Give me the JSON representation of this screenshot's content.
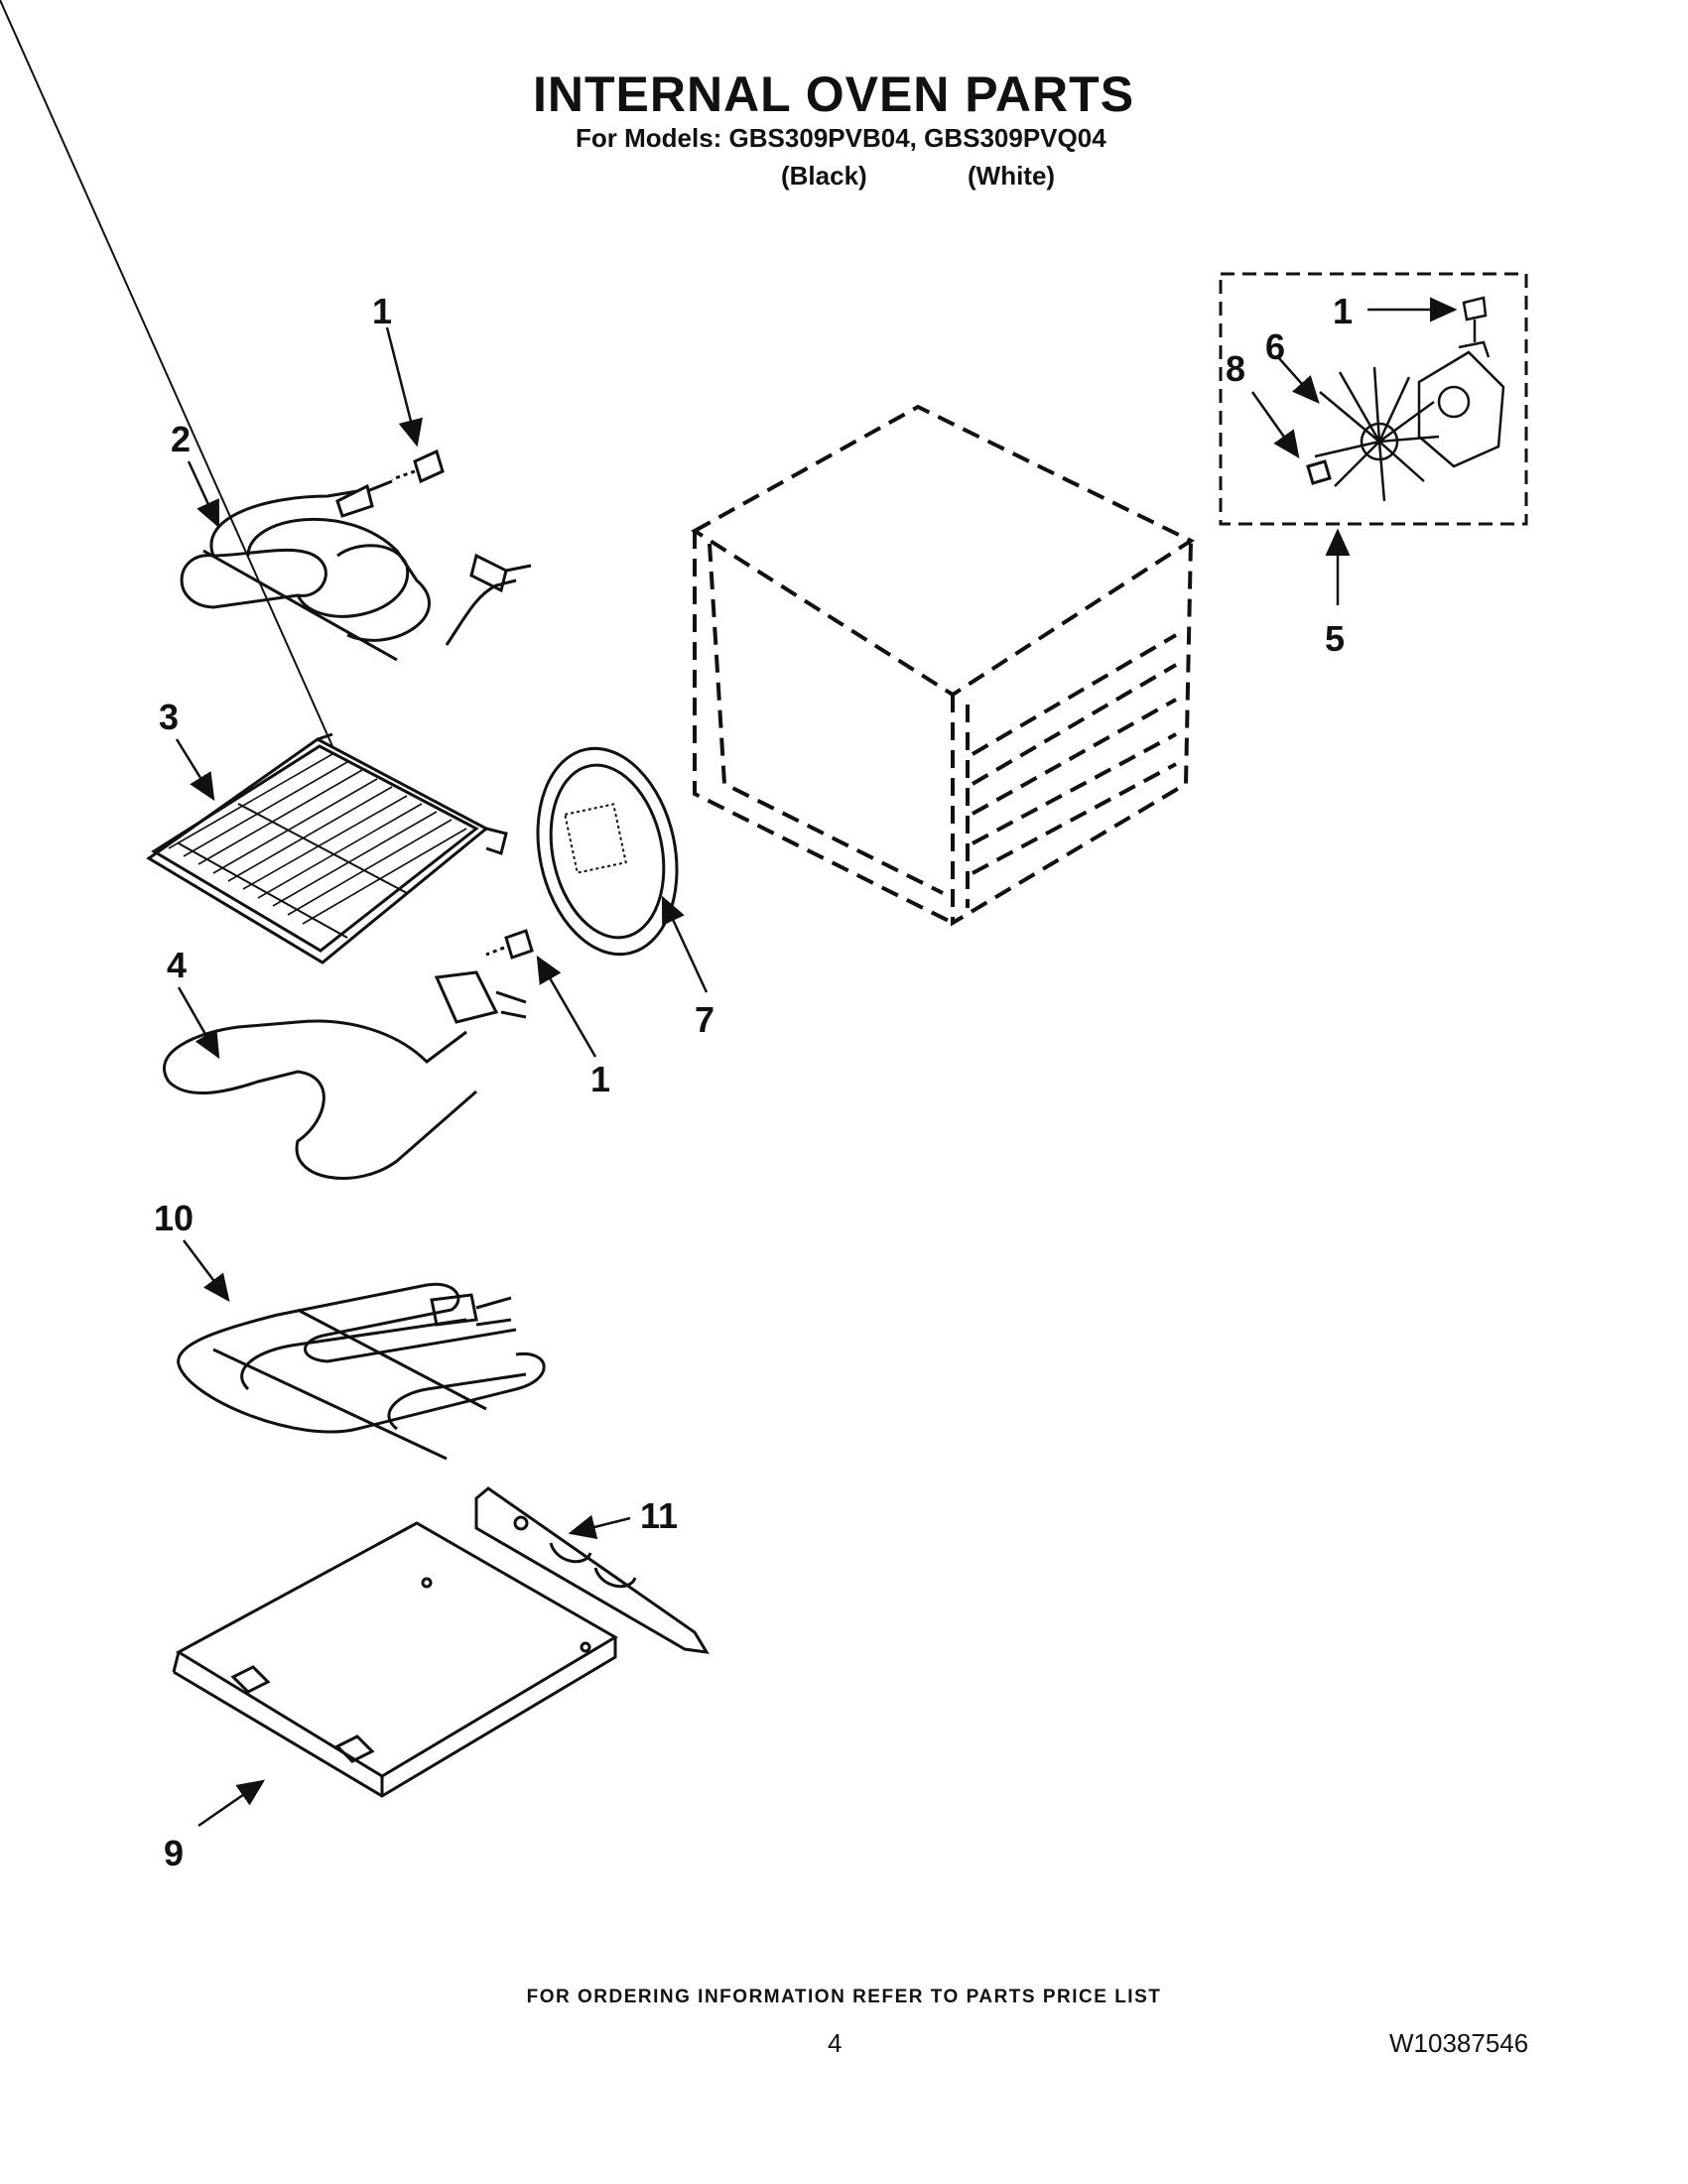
{
  "header": {
    "title": "INTERNAL OVEN PARTS",
    "models": "For Models: GBS309PVB04, GBS309PVQ04",
    "variant_black": "(Black)",
    "variant_white": "(White)"
  },
  "callouts": {
    "c1_top": "1",
    "c2": "2",
    "c3": "3",
    "c4": "4",
    "c1_bake": "1",
    "c7": "7",
    "c10": "10",
    "c11": "11",
    "c9": "9",
    "c1_fan": "1",
    "c6": "6",
    "c8": "8",
    "c5": "5"
  },
  "footer": {
    "ordering_note": "FOR ORDERING INFORMATION REFER TO PARTS PRICE LIST",
    "page_number": "4",
    "document_number": "W10387546"
  }
}
